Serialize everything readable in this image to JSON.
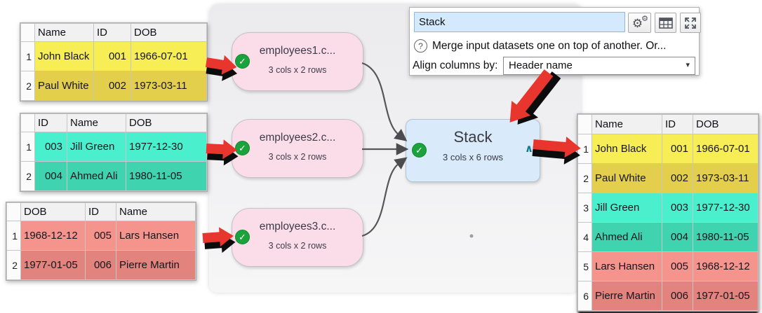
{
  "properties_panel": {
    "transform_name_value": "Stack",
    "description": "Merge input datasets one on top of another. Or...",
    "align_columns_label": "Align columns by:",
    "align_columns_value": "Header name",
    "icons": {
      "settings": "double-gear",
      "grid": "table-grid",
      "fullscreen": "expand-arrows",
      "help": "question-mark-circle",
      "dropdown": "caret-down"
    }
  },
  "canvas": {
    "input_nodes": [
      {
        "title": "employees1.c...",
        "subtitle": "3 cols x 2 rows",
        "status_icon": "check-circle"
      },
      {
        "title": "employees2.c...",
        "subtitle": "3 cols x 2 rows",
        "status_icon": "check-circle"
      },
      {
        "title": "employees3.c...",
        "subtitle": "3 cols x 2 rows",
        "status_icon": "check-circle"
      }
    ],
    "stack_node": {
      "title": "Stack",
      "subtitle": "3 cols x 6 rows",
      "status_icon": "check-circle",
      "collapse_icon": "caret-up"
    }
  },
  "input_tables": [
    {
      "headers": [
        "Name",
        "ID",
        "DOB"
      ],
      "rows": [
        {
          "num": "1",
          "cells": [
            "John Black",
            "001",
            "1966-07-01"
          ]
        },
        {
          "num": "2",
          "cells": [
            "Paul White",
            "002",
            "1973-03-11"
          ]
        }
      ]
    },
    {
      "headers": [
        "ID",
        "Name",
        "DOB"
      ],
      "rows": [
        {
          "num": "1",
          "cells": [
            "003",
            "Jill Green",
            "1977-12-30"
          ]
        },
        {
          "num": "2",
          "cells": [
            "004",
            "Ahmed Ali",
            "1980-11-05"
          ]
        }
      ]
    },
    {
      "headers": [
        "DOB",
        "ID",
        "Name"
      ],
      "rows": [
        {
          "num": "1",
          "cells": [
            "1968-12-12",
            "005",
            "Lars Hansen"
          ]
        },
        {
          "num": "2",
          "cells": [
            "1977-01-05",
            "006",
            "Pierre Martin"
          ]
        }
      ]
    }
  ],
  "output_table": {
    "headers": [
      "Name",
      "ID",
      "DOB"
    ],
    "rows": [
      {
        "num": "1",
        "cells": [
          "John Black",
          "001",
          "1966-07-01"
        ]
      },
      {
        "num": "2",
        "cells": [
          "Paul White",
          "002",
          "1973-03-11"
        ]
      },
      {
        "num": "3",
        "cells": [
          "Jill Green",
          "003",
          "1977-12-30"
        ]
      },
      {
        "num": "4",
        "cells": [
          "Ahmed Ali",
          "004",
          "1980-11-05"
        ]
      },
      {
        "num": "5",
        "cells": [
          "Lars Hansen",
          "005",
          "1968-12-12"
        ]
      },
      {
        "num": "6",
        "cells": [
          "Pierre Martin",
          "006",
          "1977-01-05"
        ]
      }
    ]
  },
  "colors": {
    "row_yellow_light": "#f7ee56",
    "row_yellow_dark": "#e3cf4b",
    "row_teal_light": "#4af0cd",
    "row_teal_dark": "#3fd3b0",
    "row_salmon_light": "#f5948d",
    "row_salmon_dark": "#e2837e",
    "input_node_fill": "#fbdde9",
    "stack_node_fill": "#d9eafa",
    "status_green": "#1ca23c",
    "annotation_red": "#e8362e",
    "name_field_fill": "#d4eafc",
    "canvas_gray": "#efefef"
  }
}
